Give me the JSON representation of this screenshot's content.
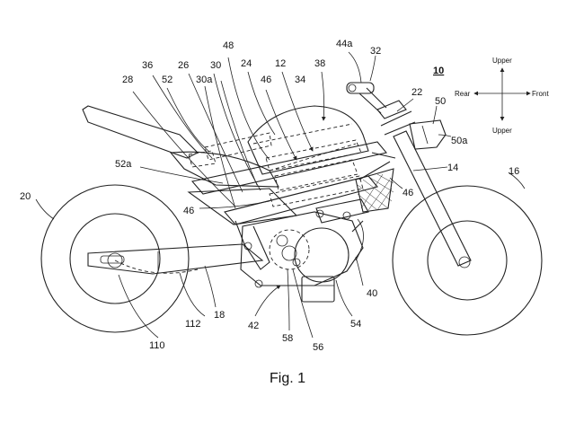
{
  "figure": {
    "caption": "Fig. 1",
    "reference": "10",
    "direction_indicator": {
      "up": "Upper",
      "down": "Upper",
      "left": "Rear",
      "right": "Front"
    },
    "labels": {
      "l12": "12",
      "l14": "14",
      "l16": "16",
      "l18": "18",
      "l20": "20",
      "l22": "22",
      "l24": "24",
      "l26": "26",
      "l28": "28",
      "l30": "30",
      "l30a": "30a",
      "l32": "32",
      "l34": "34",
      "l36": "36",
      "l38": "38",
      "l40": "40",
      "l42": "42",
      "l44a": "44a",
      "l46a": "46",
      "l46b": "46",
      "l46c": "46",
      "l48": "48",
      "l50": "50",
      "l50a": "50a",
      "l52": "52",
      "l52a": "52a",
      "l54": "54",
      "l56": "56",
      "l58": "58",
      "l110": "110",
      "l112": "112"
    }
  }
}
